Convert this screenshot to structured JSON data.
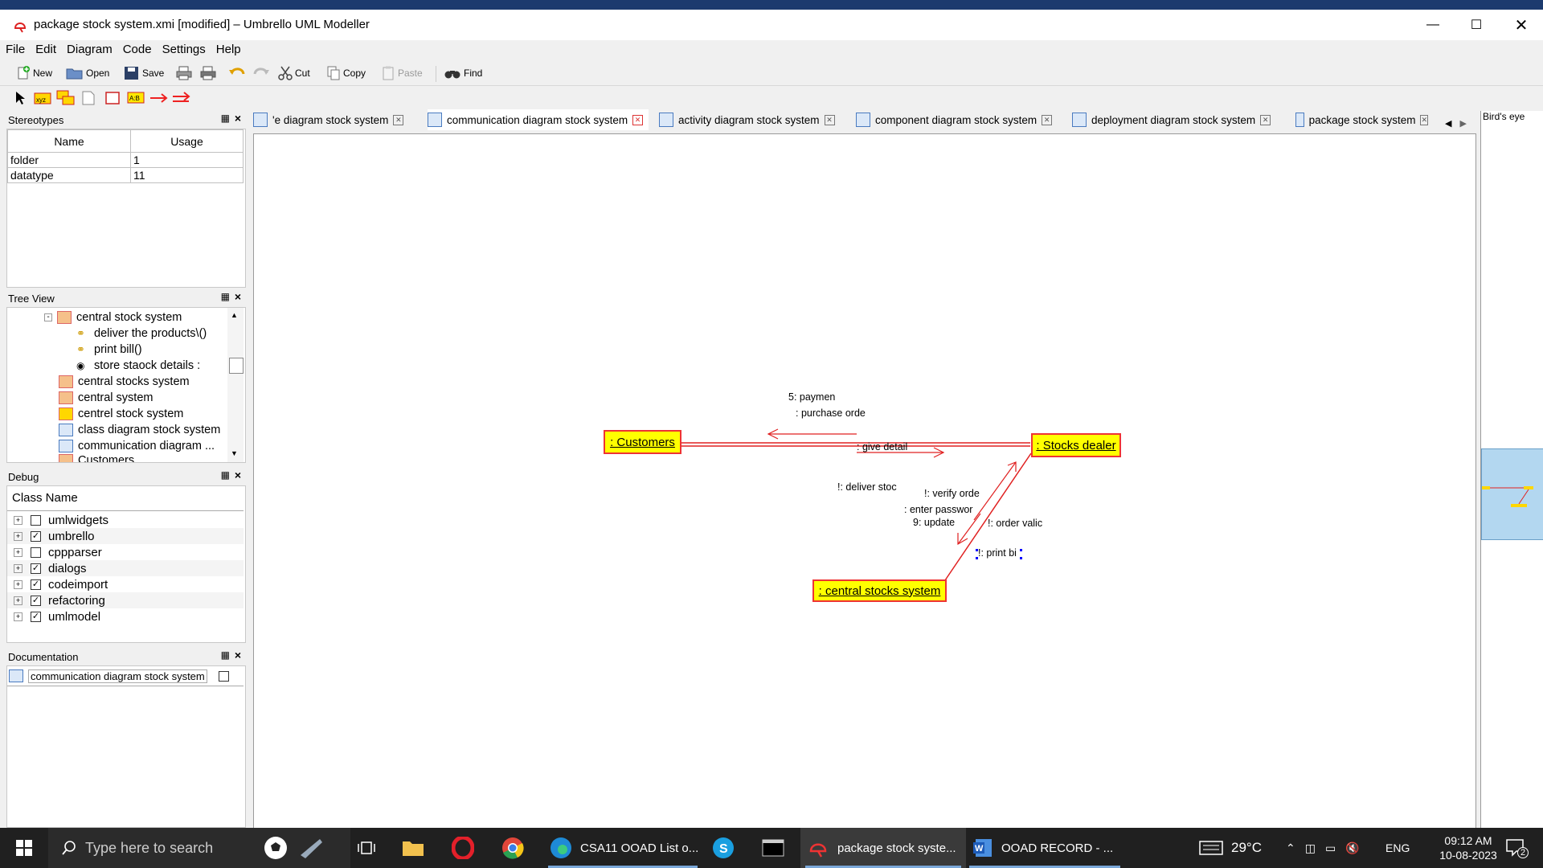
{
  "window": {
    "title": "package stock system.xmi [modified] – Umbrello UML Modeller"
  },
  "menu": [
    "File",
    "Edit",
    "Diagram",
    "Code",
    "Settings",
    "Help"
  ],
  "toolbar": {
    "new": "New",
    "open": "Open",
    "save": "Save",
    "cut": "Cut",
    "copy": "Copy",
    "paste": "Paste",
    "find": "Find"
  },
  "stereotypes": {
    "title": "Stereotypes",
    "columns": [
      "Name",
      "Usage"
    ],
    "rows": [
      {
        "name": "folder",
        "usage": "1"
      },
      {
        "name": "datatype",
        "usage": "11"
      }
    ]
  },
  "tree": {
    "title": "Tree View",
    "items": [
      "central stock system",
      "deliver the products\\()",
      "print bill()",
      "store staock details :",
      "central stocks system",
      "central system",
      "centrel stock system",
      "class diagram stock system",
      "communication diagram ...",
      "Customers"
    ]
  },
  "debug": {
    "title": "Debug",
    "column": "Class Name",
    "rows": [
      {
        "name": "umlwidgets",
        "checked": false
      },
      {
        "name": "umbrello",
        "checked": true
      },
      {
        "name": "cppparser",
        "checked": false
      },
      {
        "name": "dialogs",
        "checked": true
      },
      {
        "name": "codeimport",
        "checked": true
      },
      {
        "name": "refactoring",
        "checked": true
      },
      {
        "name": "umlmodel",
        "checked": true
      }
    ]
  },
  "documentation": {
    "title": "Documentation",
    "value": "communication diagram stock system"
  },
  "tabs": [
    "'e diagram stock system",
    "communication diagram stock system",
    "activity diagram stock system",
    "component diagram stock system",
    "deployment diagram stock system",
    "package stock system"
  ],
  "active_tab": 1,
  "birdseye": {
    "title": "Bird's eye"
  },
  "diagram": {
    "objects": {
      "customers": ": Customers",
      "dealer": ": Stocks dealer",
      "central": ": central stocks system"
    },
    "messages": [
      "5: paymen",
      ": purchase orde",
      ": give detail",
      "!: deliver stoc",
      "!: verify orde",
      ": enter passwor",
      "9: update",
      "!: order valic",
      "!: print bi"
    ]
  },
  "taskbar": {
    "search_placeholder": "Type here to search",
    "apps": [
      "CSA11 OOAD List o...",
      "package stock syste...",
      "OOAD RECORD - ..."
    ],
    "temperature": "29°C",
    "language": "ENG",
    "time": "09:12 AM",
    "date": "10-08-2023",
    "notifications": "2"
  },
  "colors": {
    "object_fill": "#ffff00",
    "link": "#e02020",
    "taskbar": "#202020",
    "accent": "#7aa7d8"
  }
}
